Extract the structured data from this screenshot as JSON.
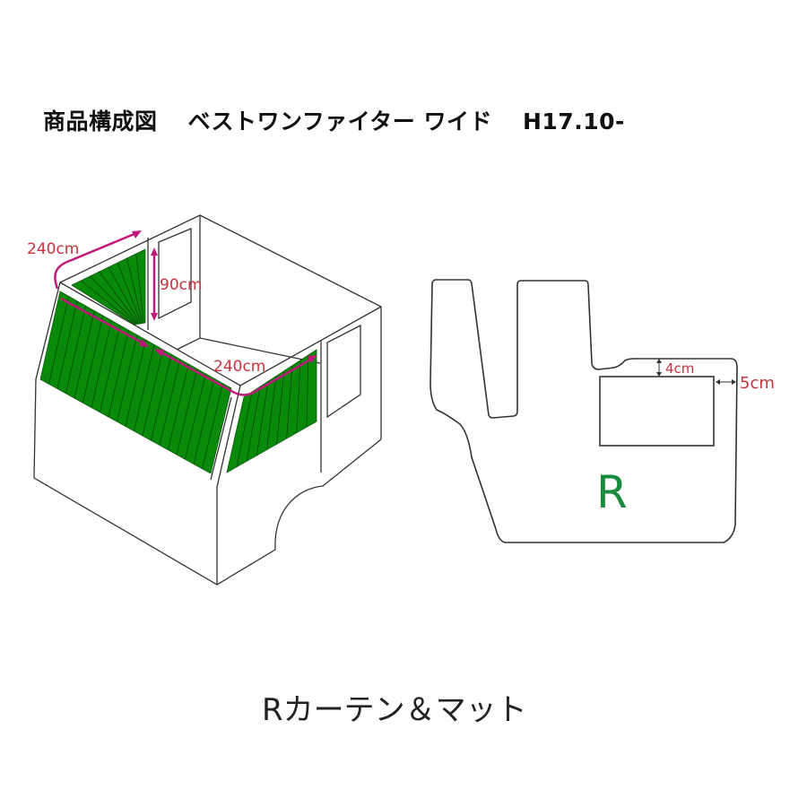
{
  "title": {
    "prefix": "商品構成図",
    "product": "ベストワンファイター ワイド",
    "year": "H17.10-"
  },
  "curtain_diagram": {
    "top_width_label": "240cm",
    "height_label": "90cm",
    "front_width_label": "240cm",
    "panel_color": "#0a8a0a",
    "dimension_color": "#c8323c",
    "arrow_color": "#c0187a"
  },
  "mat_diagram": {
    "top_gap_label": "4cm",
    "side_gap_label": "5cm",
    "side_letter": "R",
    "letter_color": "#1a8a3e"
  },
  "caption": "Rカーテン＆マット"
}
